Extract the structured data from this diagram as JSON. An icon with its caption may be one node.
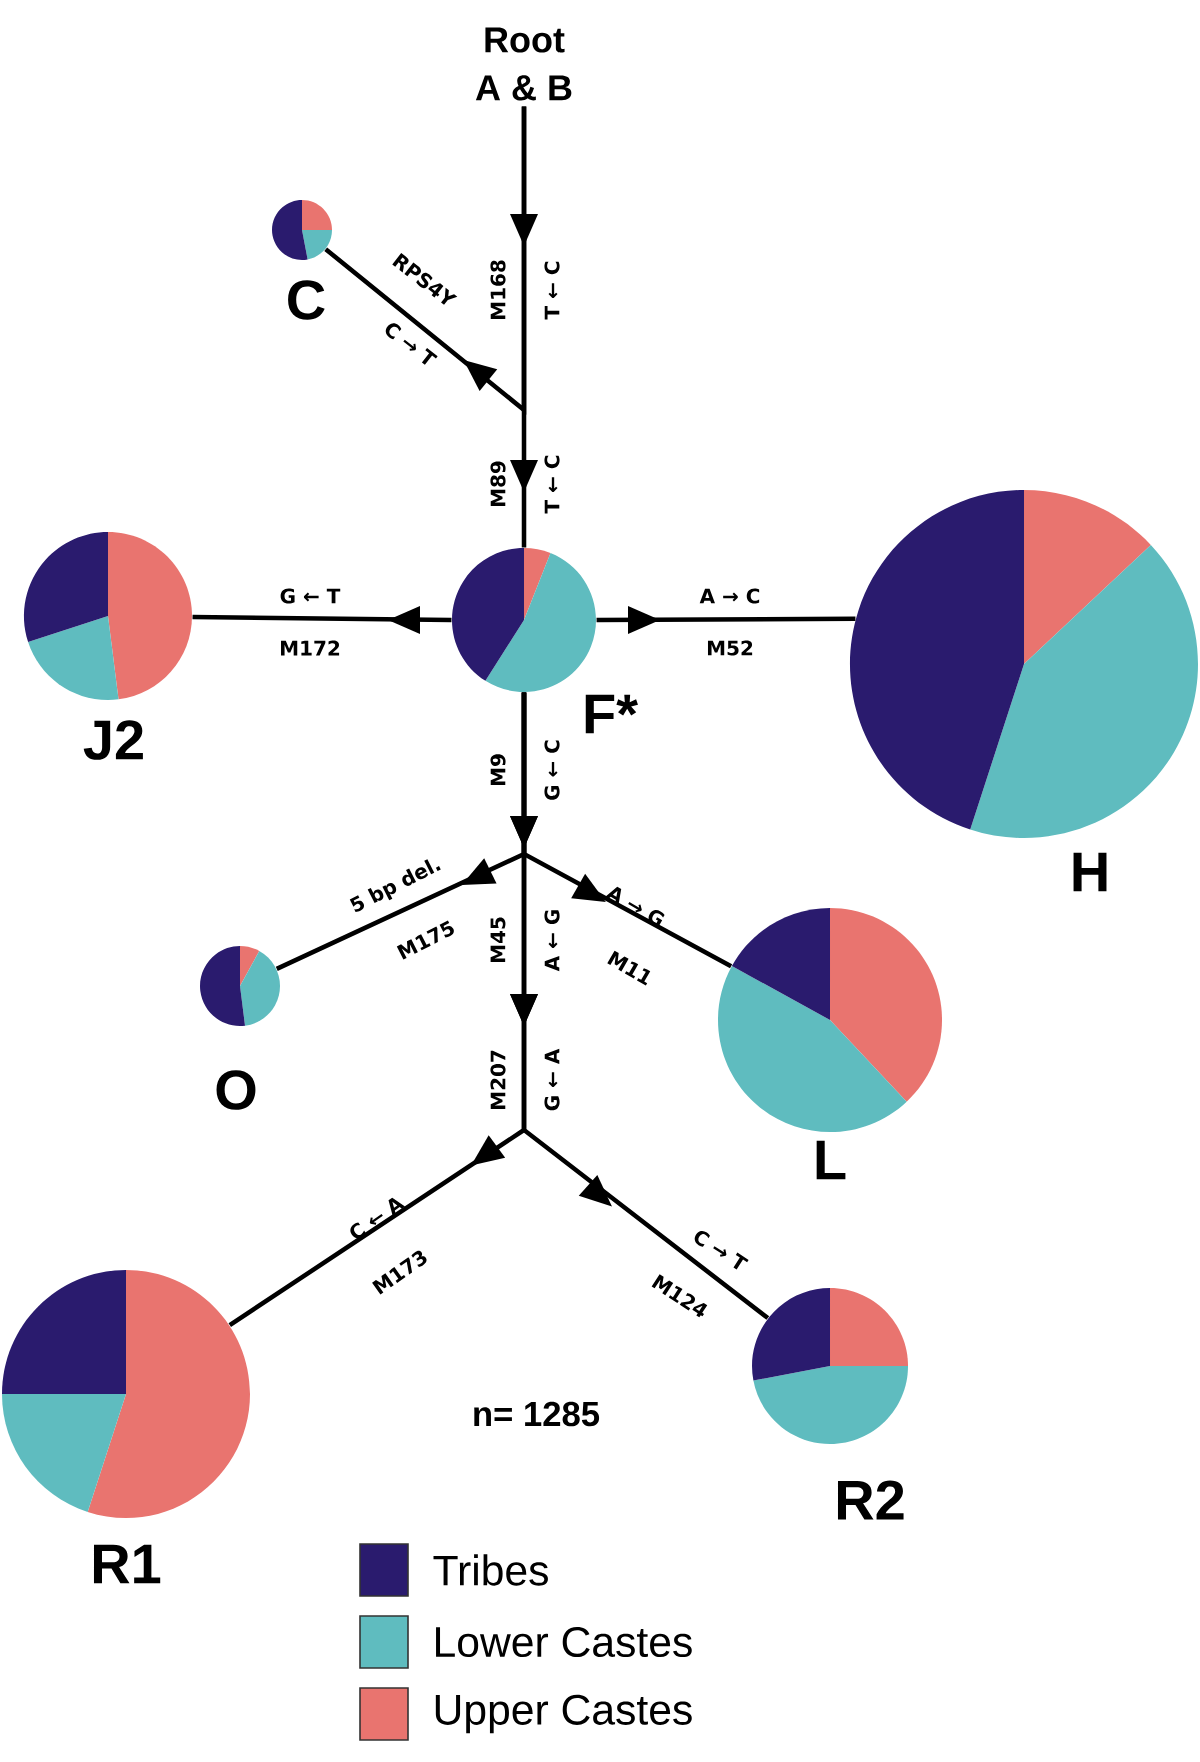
{
  "diagram": {
    "nodes": [
      {
        "text": [
          "Root",
          "A & B"
        ]
      },
      {
        "text": [],
        "shape": "circle",
        "beside": [
          "C"
        ]
      },
      {
        "text": [],
        "shape": "circle",
        "beside": [
          "J2"
        ]
      },
      {
        "text": [],
        "shape": "circle",
        "beside": [
          "F*"
        ]
      },
      {
        "text": [],
        "shape": "circle",
        "beside": [
          "H"
        ]
      },
      {
        "text": [],
        "shape": "circle",
        "beside": [
          "O"
        ]
      },
      {
        "text": [],
        "shape": "circle",
        "beside": [
          "L"
        ]
      },
      {
        "text": [],
        "shape": "circle",
        "beside": [
          "R1"
        ]
      },
      {
        "text": [],
        "shape": "circle",
        "beside": [
          "R2"
        ]
      }
    ],
    "edges": [
      {
        "from": 0,
        "to": 1,
        "arrow": "to"
      },
      {
        "from": 0,
        "to": 3,
        "arrow": "to"
      },
      {
        "from": 3,
        "to": 2,
        "arrow": "to"
      },
      {
        "from": 3,
        "to": 4,
        "arrow": "to"
      },
      {
        "from": 3,
        "to": 5,
        "arrow": "to"
      },
      {
        "from": 3,
        "to": 6,
        "arrow": "to"
      },
      {
        "from": 3,
        "to": 7,
        "arrow": "to"
      },
      {
        "from": 3,
        "to": 8,
        "arrow": "to"
      }
    ],
    "labels": [
      "RPS4Y",
      "M168",
      "T ← C",
      "C → T",
      "M89",
      "T ← C",
      "G ← T",
      "M172",
      "A → C",
      "M52",
      "M9",
      "G ← C",
      "5 bp del.",
      "M175",
      "M45",
      "A ← G",
      "A → G",
      "M11",
      "M207",
      "G ← A",
      "C ← A",
      "C → T",
      "M173",
      "M124",
      "n= 1285"
    ],
    "legend": [
      {
        "text": "Tribes",
        "color": "#2a1b6e"
      },
      {
        "text": "Lower Castes",
        "color": "#5fbcbf"
      },
      {
        "text": "Upper Castes",
        "color": "#e9746f"
      }
    ]
  }
}
